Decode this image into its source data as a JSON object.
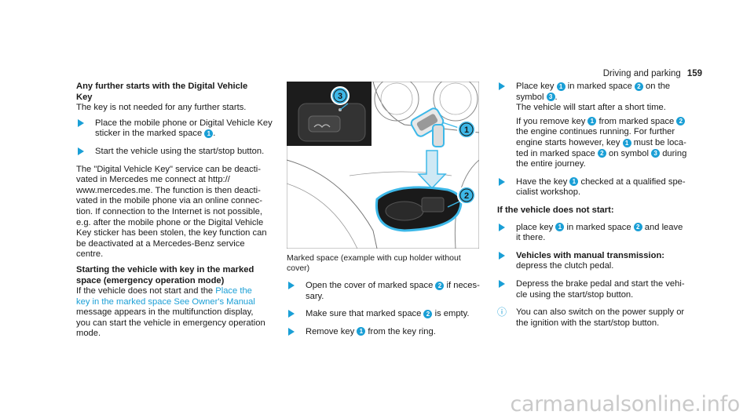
{
  "header": {
    "section": "Driving and parking",
    "page_number": "159"
  },
  "col1": {
    "heading1_l1": "Any further starts with the Digital Vehicle",
    "heading1_l2": "Key",
    "intro": "The key is not needed for any further starts.",
    "b1_a": "Place the mobile phone or Digital Vehicle Key",
    "b1_b": "sticker in the marked space",
    "b2": "Start the vehicle using the start/stop button.",
    "para": [
      "The \"Digital Vehicle Key\" service can be deacti-",
      "vated in Mercedes me connect at http://",
      "www.mercedes.me. The function is then deacti-",
      "vated in the mobile phone via an online connec-",
      "tion. If connection to the Internet is not possible,",
      "e.g. after the mobile phone or the Digital Vehicle",
      "Key sticker has been stolen, the key function can",
      "be deactivated at a Mercedes-Benz service",
      "centre."
    ],
    "heading2_l1": "Starting the vehicle with key in the marked",
    "heading2_l2": "space (emergency operation mode)",
    "p2_a": "If the vehicle does not start and the",
    "p2_link1": "Place the",
    "p2_link2": "key in the marked space See Owner's Manual",
    "p2_rest": [
      "message appears in the multifunction display,",
      "you can start the vehicle in emergency operation",
      "mode."
    ]
  },
  "figure": {
    "caption_l1": "Marked space (example with cup holder without",
    "caption_l2": "cover)",
    "callouts": [
      "1",
      "2",
      "3"
    ],
    "colors": {
      "callout": "#1a9fd6",
      "highlight": "#3db8e8",
      "frame": "#1c1c1c"
    }
  },
  "col2": {
    "b1_a": "Open the cover of marked space",
    "b1_b": "if neces-",
    "b1_c": "sary.",
    "b2_a": "Make sure that marked space",
    "b2_b": "is empty.",
    "b3_a": "Remove key",
    "b3_b": "from the key ring."
  },
  "col3": {
    "b1_a": "Place key",
    "b1_b": "in marked space",
    "b1_c": "on the",
    "b1_d": "symbol",
    "b1_e": "The vehicle will start after a short time.",
    "b1_f": "If you remove key",
    "b1_g": "from marked space",
    "b1_h": "the engine continues running. For further",
    "b1_i": "engine starts however, key",
    "b1_j": "must be loca-",
    "b1_k": "ted in marked space",
    "b1_l": "on symbol",
    "b1_m": "during",
    "b1_n": "the entire journey.",
    "b2_a": "Have the key",
    "b2_b": "checked at a qualified spe-",
    "b2_c": "cialist workshop.",
    "heading": "If the vehicle does not start:",
    "b3_a": "place key",
    "b3_b": "in marked space",
    "b3_c": "and leave",
    "b3_d": "it there.",
    "b4_head": "Vehicles with manual transmission:",
    "b4_text": "depress the clutch pedal.",
    "b5_a": "Depress the brake pedal and start the vehi-",
    "b5_b": "cle using the start/stop button.",
    "info_a": "You can also switch on the power supply or",
    "info_b": "the ignition with the start/stop button."
  },
  "watermark": "carmanualsonline.info"
}
